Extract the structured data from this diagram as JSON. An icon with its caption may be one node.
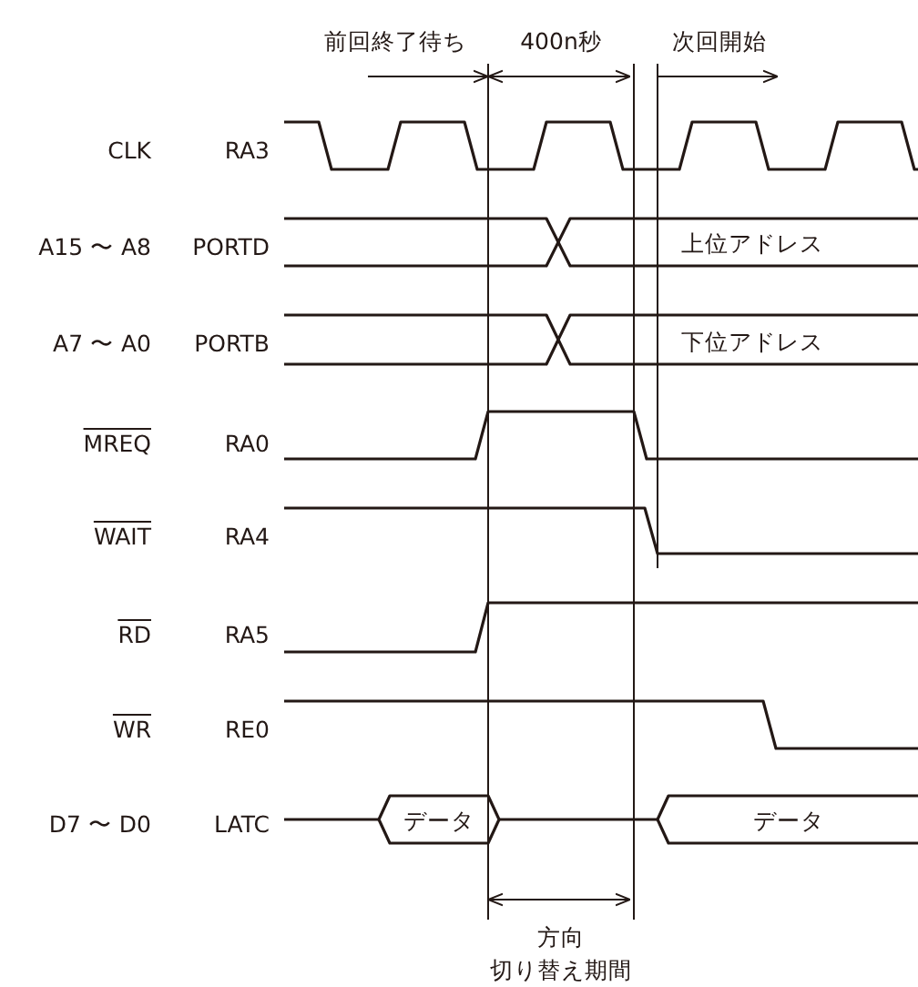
{
  "diagram": {
    "labels": [
      "前回終了待ち",
      "400n秒",
      "次回開始",
      "CLK",
      "RA3",
      "A15 〜 A8",
      "PORTD",
      "上位アドレス",
      "A7 〜 A0",
      "PORTB",
      "下位アドレス",
      "MREQ",
      "RA0",
      "WAIT",
      "RA4",
      "RD",
      "RA5",
      "WR",
      "RE0",
      "D7 〜 D0",
      "LATC",
      "データ",
      "データ",
      "方向切り替え期間"
    ]
  }
}
